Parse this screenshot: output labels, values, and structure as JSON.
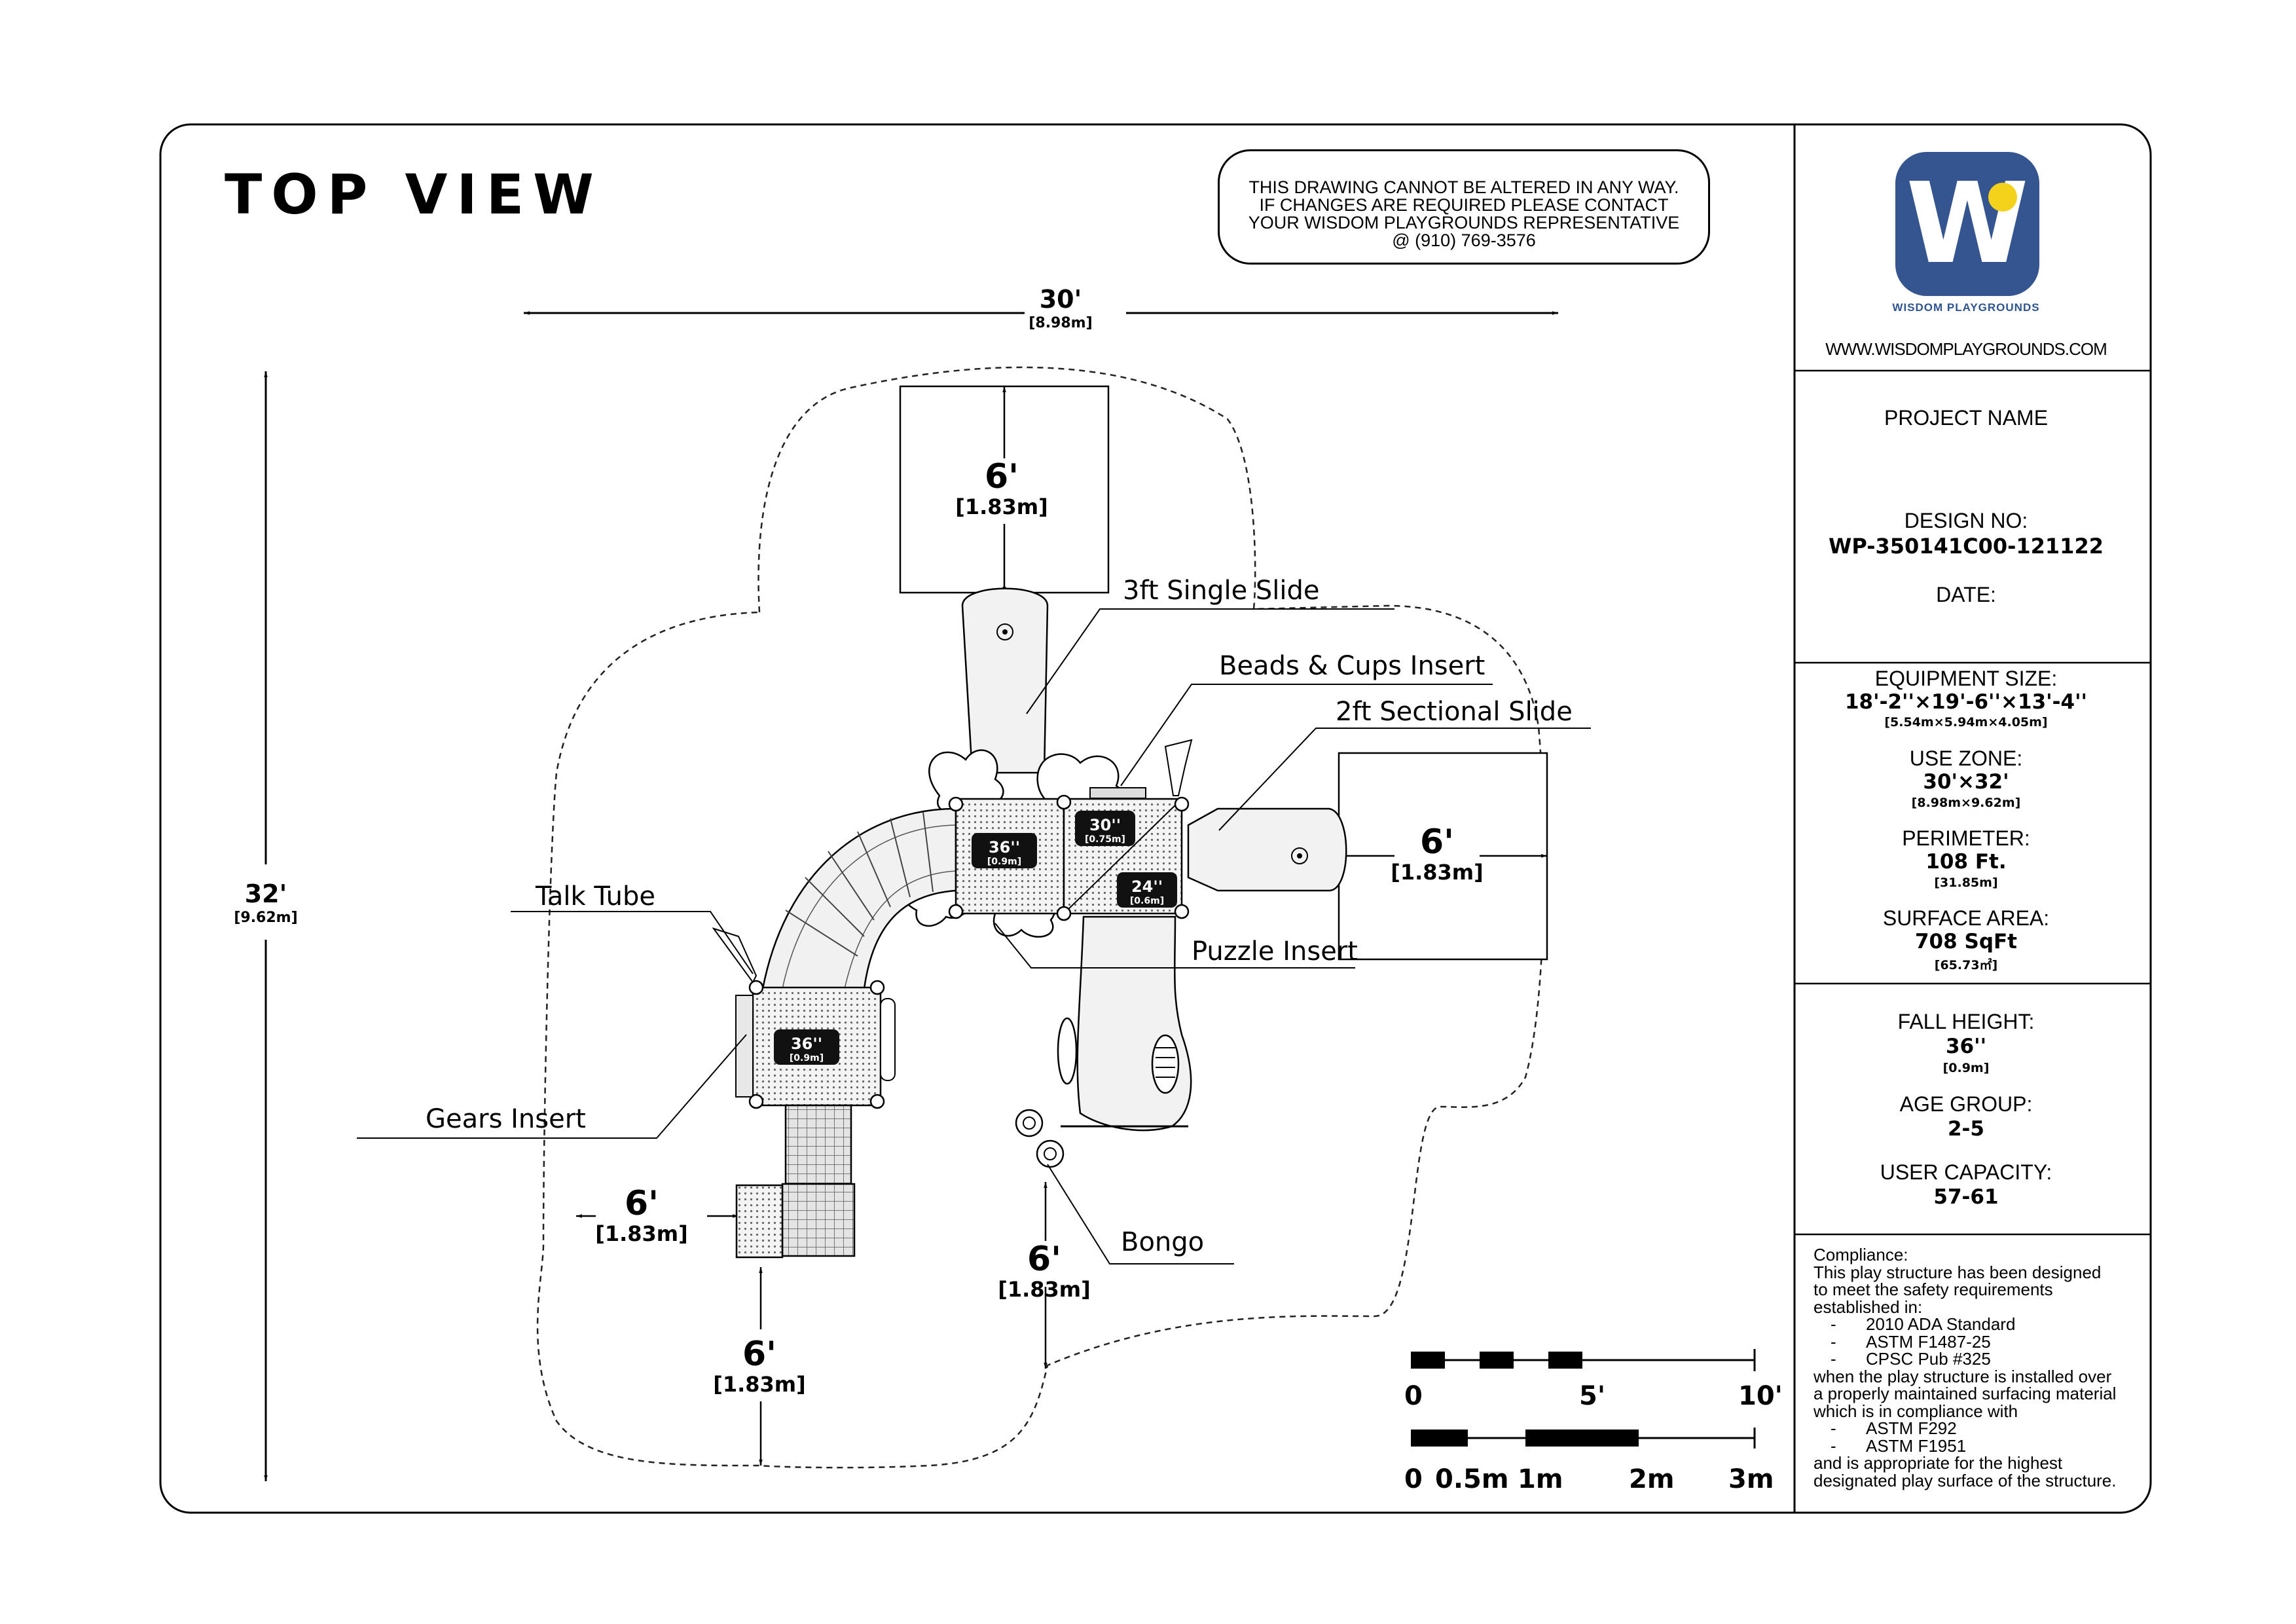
{
  "title": "TOP VIEW",
  "notice": {
    "lines": [
      "THIS DRAWING CANNOT BE ALTERED IN ANY WAY.",
      "IF CHANGES ARE REQUIRED PLEASE CONTACT",
      "YOUR WISDOM PLAYGROUNDS REPRESENTATIVE",
      "@ (910) 769-3576"
    ]
  },
  "brand": {
    "logo_letter": "W",
    "name": "WISDOM PLAYGROUNDS",
    "url": "WWW.WISDOMPLAYGROUNDS.COM",
    "colors": {
      "logo_bg": "#34558f",
      "logo_dot": "#f4d11a"
    }
  },
  "project": {
    "project_label": "PROJECT NAME",
    "design_label": "DESIGN NO:",
    "design_value": "WP-350141C00-121122",
    "date_label": "DATE:"
  },
  "specs": {
    "equipment_label": "EQUIPMENT SIZE:",
    "equipment_value": "18'-2''×19'-6''×13'-4''",
    "equipment_metric": "[5.54m×5.94m×4.05m]",
    "usezone_label": "USE ZONE:",
    "usezone_value": "30'×32'",
    "usezone_metric": "[8.98m×9.62m]",
    "perimeter_label": "PERIMETER:",
    "perimeter_value": "108 Ft.",
    "perimeter_metric": "[31.85m]",
    "surface_label": "SURFACE AREA:",
    "surface_value": "708 SqFt",
    "surface_metric": "[65.73㎡]"
  },
  "safety": {
    "fall_label": "FALL HEIGHT:",
    "fall_value": "36''",
    "fall_metric": "[0.9m]",
    "age_label": "AGE GROUP:",
    "age_value": "2-5",
    "capacity_label": "USER CAPACITY:",
    "capacity_value": "57-61"
  },
  "compliance": {
    "heading": "Compliance:",
    "intro": [
      "This play structure has been designed",
      "to meet the safety requirements",
      "established in:"
    ],
    "standards": [
      "2010 ADA Standard",
      "ASTM F1487-25",
      "CPSC Pub #325"
    ],
    "middle": [
      "when the play structure is installed over",
      "a properly maintained surfacing material",
      "which is in compliance with"
    ],
    "surfacing": [
      "ASTM F292",
      "ASTM F1951"
    ],
    "outro": [
      "and is appropriate for the highest",
      "designated play surface of the structure."
    ],
    "dash": "-"
  },
  "dimensions": {
    "width_ft": "30'",
    "width_m": "[8.98m]",
    "height_ft": "32'",
    "height_m": "[9.62m]",
    "clear_ft": "6'",
    "clear_m": "[1.83m]"
  },
  "labels": {
    "single_slide": "3ft Single Slide",
    "beads": "Beads & Cups Insert",
    "sectional": "2ft Sectional Slide",
    "talk_tube": "Talk Tube",
    "puzzle": "Puzzle Insert",
    "gears": "Gears Insert",
    "bongo": "Bongo"
  },
  "decks": [
    {
      "ft": "36''",
      "m": "[0.9m]"
    },
    {
      "ft": "30''",
      "m": "[0.75m]"
    },
    {
      "ft": "24''",
      "m": "[0.6m]"
    },
    {
      "ft": "36''",
      "m": "[0.9m]"
    }
  ],
  "scale": {
    "imperial": [
      "0",
      "5'",
      "10'"
    ],
    "metric": [
      "0",
      "0.5m",
      "1m",
      "2m",
      "3m"
    ]
  }
}
